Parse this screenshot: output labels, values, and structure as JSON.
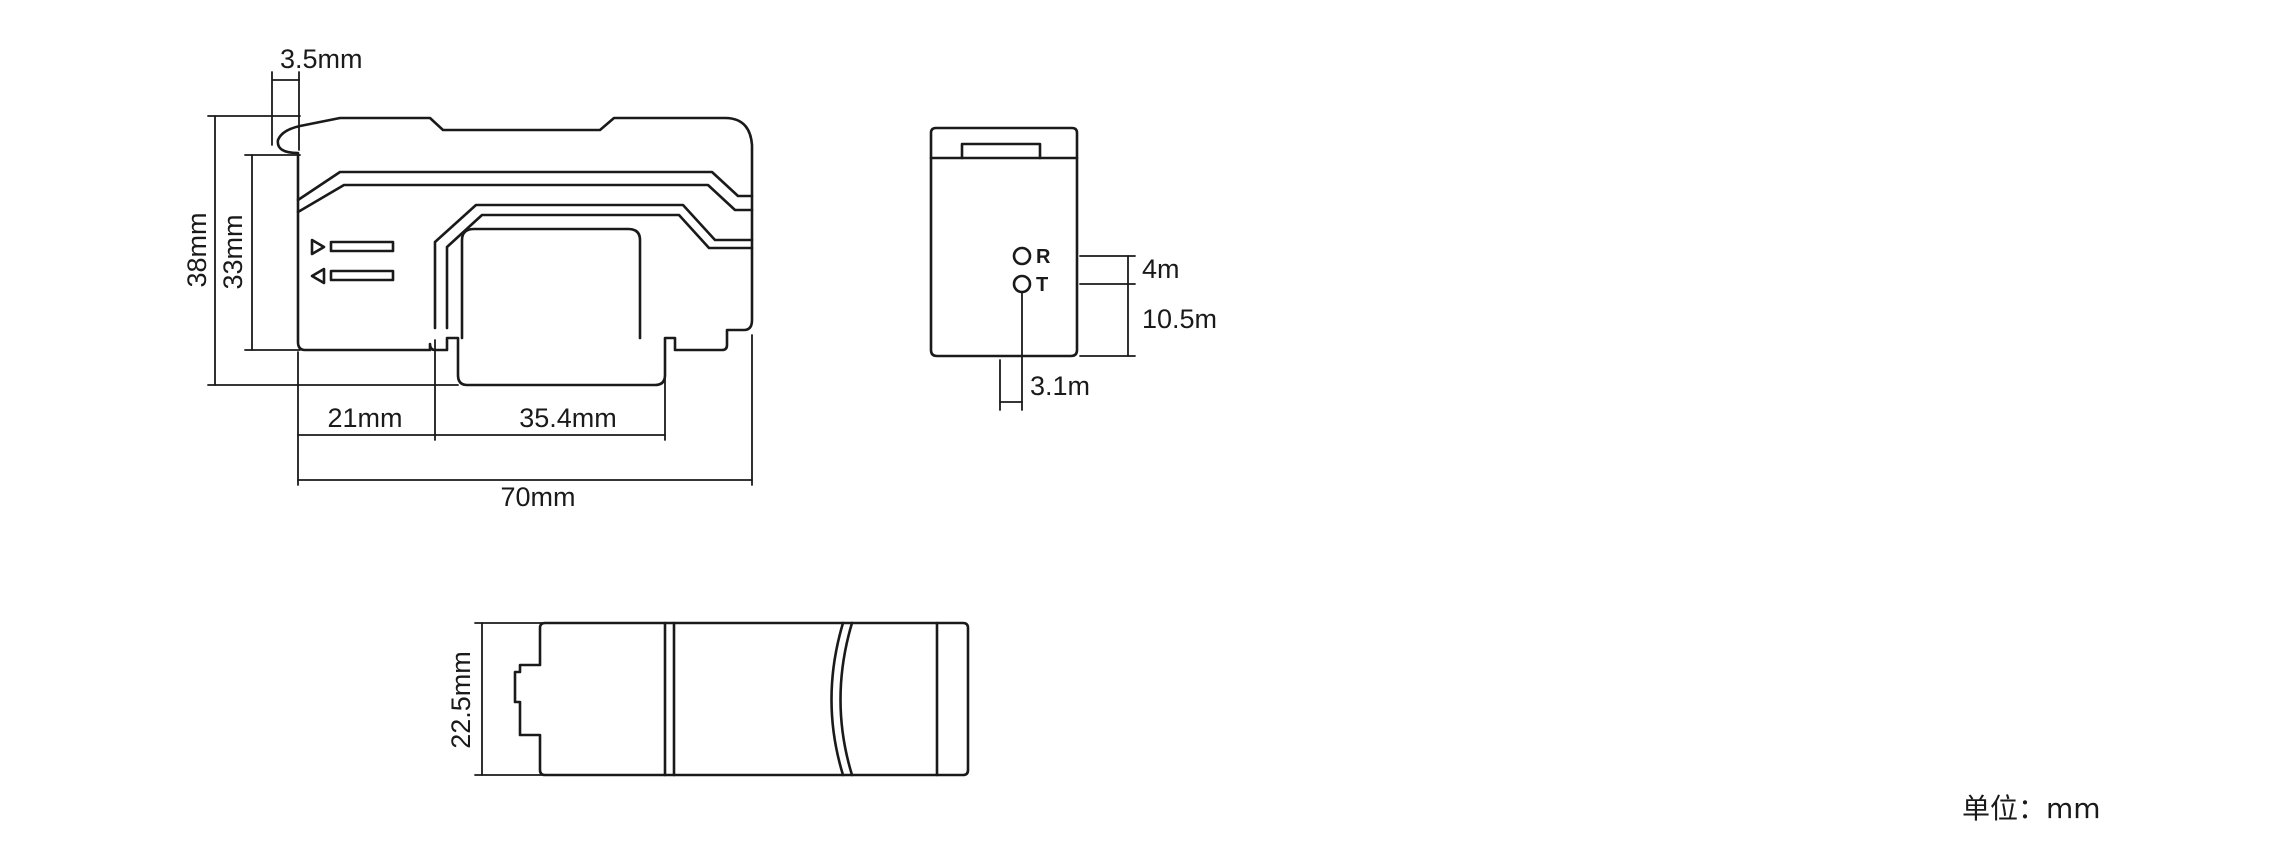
{
  "drawing": {
    "side_view": {
      "dims": {
        "front_hook": "3.5mm",
        "overall_height": "38mm",
        "body_height": "33mm",
        "offset": "21mm",
        "window_width": "35.4mm",
        "overall_length": "70mm"
      }
    },
    "front_view": {
      "led_r": "R",
      "led_t": "T",
      "dims": {
        "led_pitch": "4m",
        "led_height": "10.5m",
        "led_offset": "3.1m"
      }
    },
    "top_view": {
      "dims": {
        "width": "22.5mm"
      }
    },
    "unit_label": "单位：mm"
  }
}
